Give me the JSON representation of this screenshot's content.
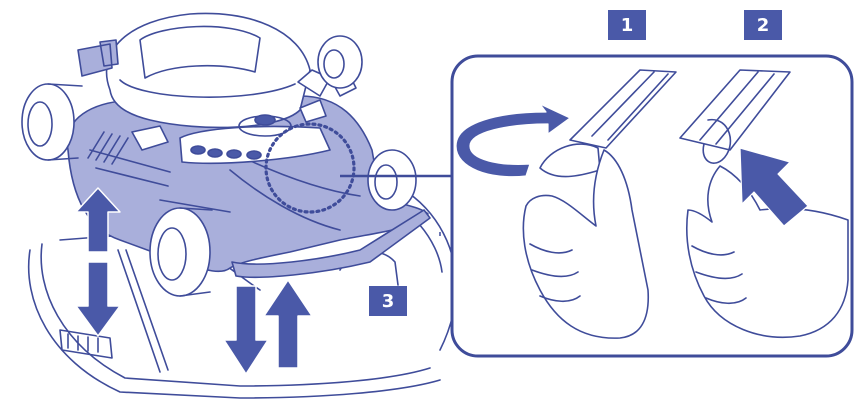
{
  "steps": {
    "step1": "1",
    "step2": "2",
    "step3": "3"
  },
  "colors": {
    "accent": "#4a59a8",
    "fill": "#a9afdb",
    "line": "#3f4c9a"
  }
}
